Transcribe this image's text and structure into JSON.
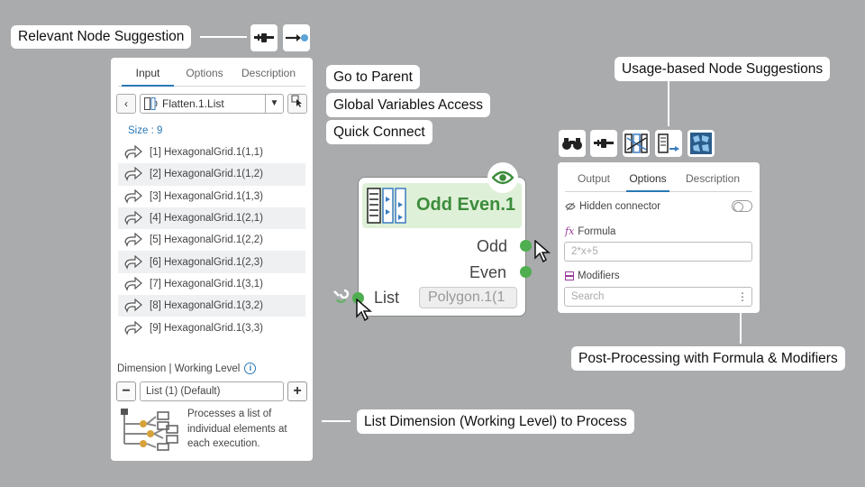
{
  "callouts": {
    "relevant": "Relevant Node Suggestion",
    "go_parent": "Go to Parent",
    "global_vars": "Global Variables Access",
    "quick_connect": "Quick Connect",
    "usage_based": "Usage-based Node Suggestions",
    "post_processing": "Post-Processing with Formula & Modifiers",
    "list_dimension": "List Dimension (Working Level) to Process"
  },
  "left_panel": {
    "tabs": [
      "Input",
      "Options",
      "Description"
    ],
    "active_tab": "Input",
    "selector": {
      "back": "‹",
      "value": "Flatten.1.List"
    },
    "size_label": "Size : 9",
    "items": [
      "[1] HexagonalGrid.1(1,1)",
      "[2] HexagonalGrid.1(1,2)",
      "[3] HexagonalGrid.1(1,3)",
      "[4] HexagonalGrid.1(2,1)",
      "[5] HexagonalGrid.1(2,2)",
      "[6] HexagonalGrid.1(2,3)",
      "[7] HexagonalGrid.1(3,1)",
      "[8] HexagonalGrid.1(3,2)",
      "[9] HexagonalGrid.1(3,3)"
    ],
    "dimension_label": "Dimension | Working Level",
    "dimension_value": "List (1) (Default)",
    "minus": "−",
    "plus": "+",
    "dimension_desc": "Processes a list of individual elements at each execution."
  },
  "node": {
    "title": "Odd Even.1",
    "out_odd": "Odd",
    "out_even": "Even",
    "in_list": "List",
    "in_value": "Polygon.1(1"
  },
  "right_panel": {
    "tabs": [
      "Output",
      "Options",
      "Description"
    ],
    "active_tab": "Options",
    "hidden_connector": "Hidden connector",
    "formula_label": "Formula",
    "formula_placeholder": "2*x+5",
    "modifiers_label": "Modifiers",
    "search_placeholder": "Search"
  },
  "colors": {
    "background": "#a9abad",
    "accent_blue": "#2a78b5",
    "node_green": "#3c8c3c",
    "port_green": "#4fae4f"
  }
}
